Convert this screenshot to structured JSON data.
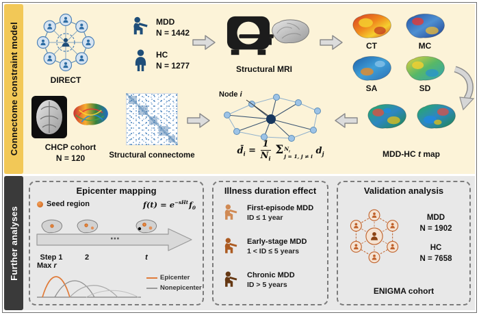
{
  "top": {
    "side_label": "Connectome constraint model",
    "direct_label": "DIRECT",
    "mdd_label": "MDD",
    "mdd_n": "N = 1442",
    "hc_label": "HC",
    "hc_n": "N = 1277",
    "mri_label": "Structural MRI",
    "maps": {
      "ct": "CT",
      "mc": "MC",
      "sa": "SA",
      "sd": "SD"
    },
    "chcp_label": "CHCP cohort",
    "chcp_n": "N = 120",
    "connectome_label": "Structural connectome",
    "node_label_pre": "Node ",
    "node_label_i": "i",
    "formula": {
      "lhs": "d̄",
      "lhs_sub": "i",
      "eq": "=",
      "num": "1",
      "den": "N",
      "den_sub": "i",
      "sigma": "Σ",
      "sup_base": "N",
      "sup_sub": "i",
      "lower": "j = 1, j ≠ i",
      "term": "d",
      "term_sub": "j"
    },
    "tmap_pre": "MDD-HC ",
    "tmap_t": "t",
    "tmap_post": " map"
  },
  "bottom": {
    "side_label": "Further analyses",
    "epicenter": {
      "title": "Epicenter mapping",
      "seed_label": "Seed region",
      "f_pre": "f(t) = e",
      "f_sup": "−sHt",
      "f_base": "f",
      "f_sub": "0",
      "step_1": "Step 1",
      "step_2": "2",
      "step_dots": "⋯",
      "step_t": "t",
      "max_pre": "Max ",
      "max_r": "r",
      "legend": [
        {
          "label": "Epicenter",
          "color": "#E07B39"
        },
        {
          "label": "Nonepicenter",
          "color": "#9A9A9A"
        }
      ]
    },
    "illness": {
      "title": "Illness duration effect",
      "items": [
        {
          "label": "First-episode MDD",
          "duration": "ID ≤ 1 year",
          "color": "#D08A54"
        },
        {
          "label": "Early-stage MDD",
          "duration": "1 < ID ≤ 5 years",
          "color": "#AC5B22"
        },
        {
          "label": "Chronic MDD",
          "duration": "ID > 5 years",
          "color": "#653813"
        }
      ]
    },
    "validation": {
      "title": "Validation analysis",
      "mdd_label": "MDD",
      "mdd_n": "N = 1902",
      "hc_label": "HC",
      "hc_n": "N = 7658",
      "cohort_label": "ENIGMA cohort"
    }
  },
  "colors": {
    "top_band_bg": "#FCF3D8",
    "top_bar_bg": "#F2C857",
    "bottom_band_bg": "#E8E8E8",
    "bottom_bar_bg": "#3A3A3A",
    "navy": "#1F4E79",
    "blue": "#2E6DA4",
    "node_light_blue": "#9DC3E6",
    "orange": "#C0622B",
    "epicenter_orange": "#E07B39",
    "nonepicenter_gray": "#9A9A9A"
  }
}
